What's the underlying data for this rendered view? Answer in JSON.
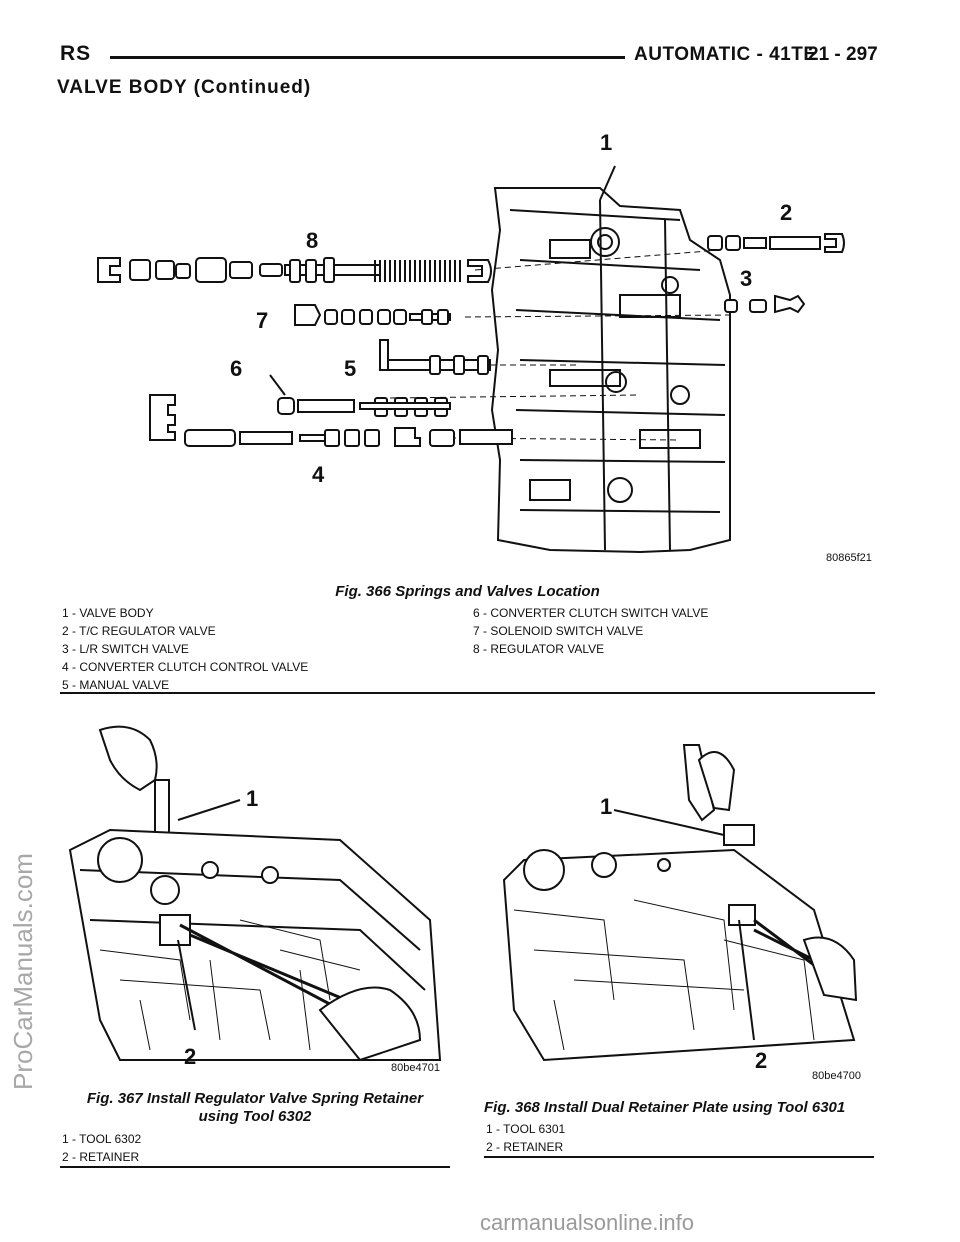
{
  "header": {
    "left": "RS",
    "right": "AUTOMATIC - 41TE",
    "page": "21 - 297"
  },
  "section_title": "VALVE BODY (Continued)",
  "fig366": {
    "code": "80865f21",
    "caption": "Fig. 366 Springs and Valves Location",
    "legend_left": [
      "1 - VALVE BODY",
      "2 - T/C REGULATOR VALVE",
      "3 - L/R SWITCH VALVE",
      "4 - CONVERTER CLUTCH CONTROL VALVE",
      "5 - MANUAL VALVE"
    ],
    "legend_right": [
      "6 - CONVERTER CLUTCH SWITCH VALVE",
      "7 - SOLENOID SWITCH VALVE",
      "8 - REGULATOR VALVE"
    ],
    "callouts": [
      "1",
      "2",
      "3",
      "4",
      "5",
      "6",
      "7",
      "8"
    ]
  },
  "fig367": {
    "code": "80be4701",
    "caption_line1": "Fig. 367 Install Regulator Valve Spring Retainer",
    "caption_line2": "using Tool 6302",
    "legend": [
      "1 - TOOL 6302",
      "2 - RETAINER"
    ],
    "callouts": [
      "1",
      "2"
    ]
  },
  "fig368": {
    "code": "80be4700",
    "caption": "Fig. 368 Install Dual Retainer Plate using Tool 6301",
    "legend": [
      "1 - TOOL 6301",
      "2 - RETAINER"
    ],
    "callouts": [
      "1",
      "2"
    ]
  },
  "watermark": "ProCarManuals.com",
  "footer": "carmanualsonline.info"
}
